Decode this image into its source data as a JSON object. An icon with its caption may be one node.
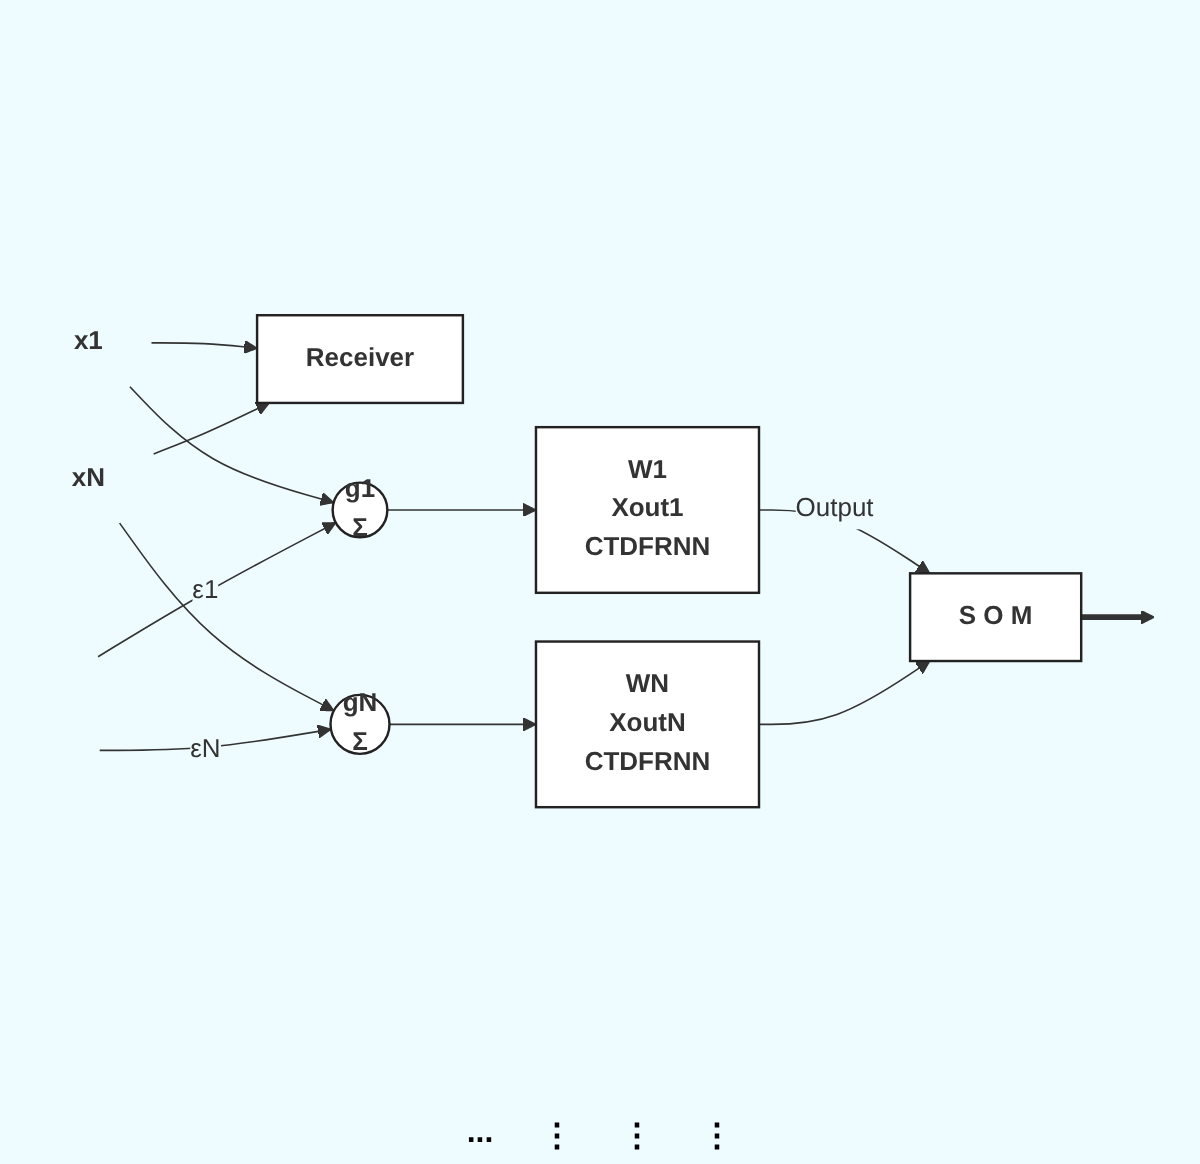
{
  "diagram": {
    "nodes": [
      {
        "text": [
          "xN"
        ]
      },
      {
        "text": [
          "x1"
        ]
      },
      {
        "text": [
          "Receiver"
        ]
      },
      {
        "text": [
          "g1",
          "Σ"
        ]
      },
      {
        "text": [
          "W1",
          "Xout1",
          "CTDFRNN"
        ]
      },
      {
        "text": [
          "S O M"
        ]
      },
      {
        "text": [
          "gN",
          "Σ"
        ]
      },
      {
        "text": [
          "WN",
          "XoutN",
          "CTDFRNN"
        ]
      }
    ],
    "edges": [
      {
        "from": 1,
        "to": 2,
        "arrow": "to"
      },
      {
        "from": 0,
        "to": 2,
        "arrow": "to"
      },
      {
        "from": 1,
        "to": 3,
        "arrow": "to"
      },
      {
        "from": 0,
        "to": 6,
        "arrow": "to"
      },
      {
        "from": null,
        "to": 3,
        "arrow": "to",
        "label": "ε1"
      },
      {
        "from": null,
        "to": 6,
        "arrow": "to",
        "label": "εN"
      },
      {
        "from": 3,
        "to": 4,
        "arrow": "to"
      },
      {
        "from": 6,
        "to": 7,
        "arrow": "to"
      },
      {
        "from": 4,
        "to": 5,
        "arrow": "to",
        "label": "Output"
      },
      {
        "from": 7,
        "to": 5,
        "arrow": "to"
      },
      {
        "from": 5,
        "to": null,
        "arrow": "to",
        "style": "thick"
      }
    ],
    "labels": [
      "...",
      "⋮",
      "⋮",
      "⋮"
    ]
  }
}
